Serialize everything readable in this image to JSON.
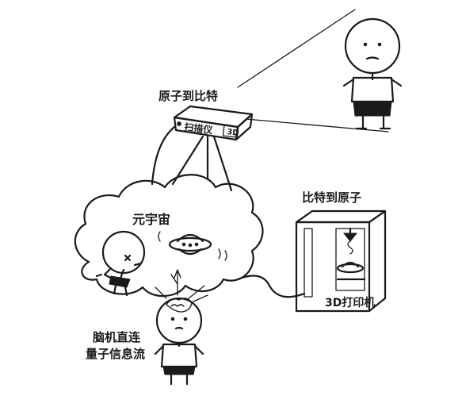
{
  "labels": {
    "scanner_caption": "原子到比特",
    "printer_caption": "比特到原子",
    "cloud_caption": "元宇宙",
    "brain_line1": "脑机直连",
    "brain_line2": "量子信息流",
    "scanner_body_text": "扫描仪",
    "scanner_badge": "3D",
    "printer_plate": "3D打印机"
  },
  "colors": {
    "ink": "#1a1a1a",
    "paper": "#ffffff"
  }
}
